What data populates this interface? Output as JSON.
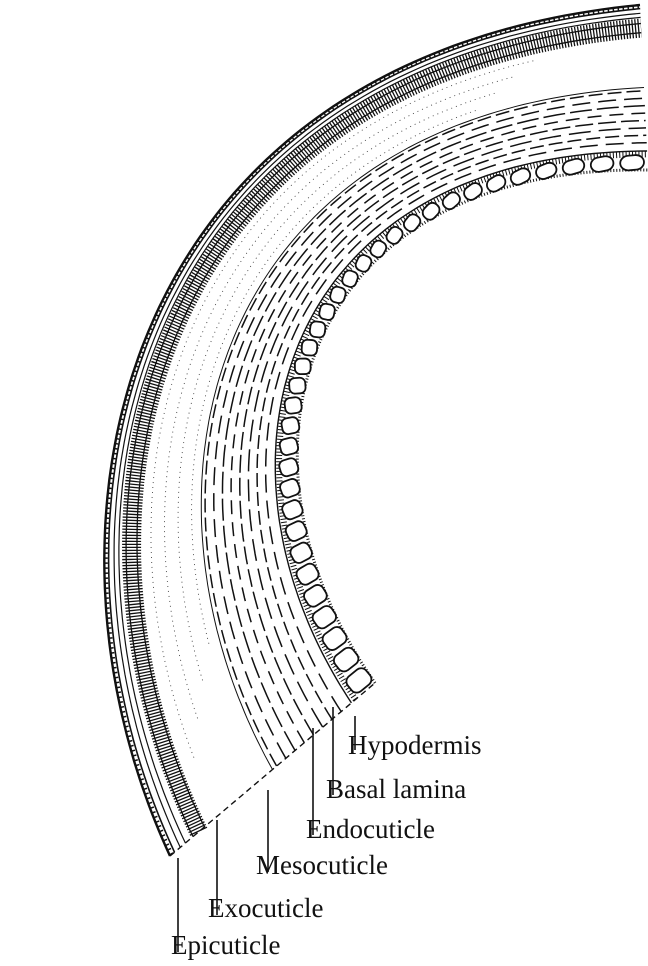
{
  "figure": {
    "labels": {
      "hypodermis": "Hypodermis",
      "basal_lamina": "Basal lamina",
      "endocuticle": "Endocuticle",
      "mesocuticle": "Mesocuticle",
      "exocuticle": "Exocuticle",
      "epicuticle": "Epicuticle"
    },
    "colors": {
      "ink": "#111111",
      "paper": "#ffffff"
    }
  }
}
